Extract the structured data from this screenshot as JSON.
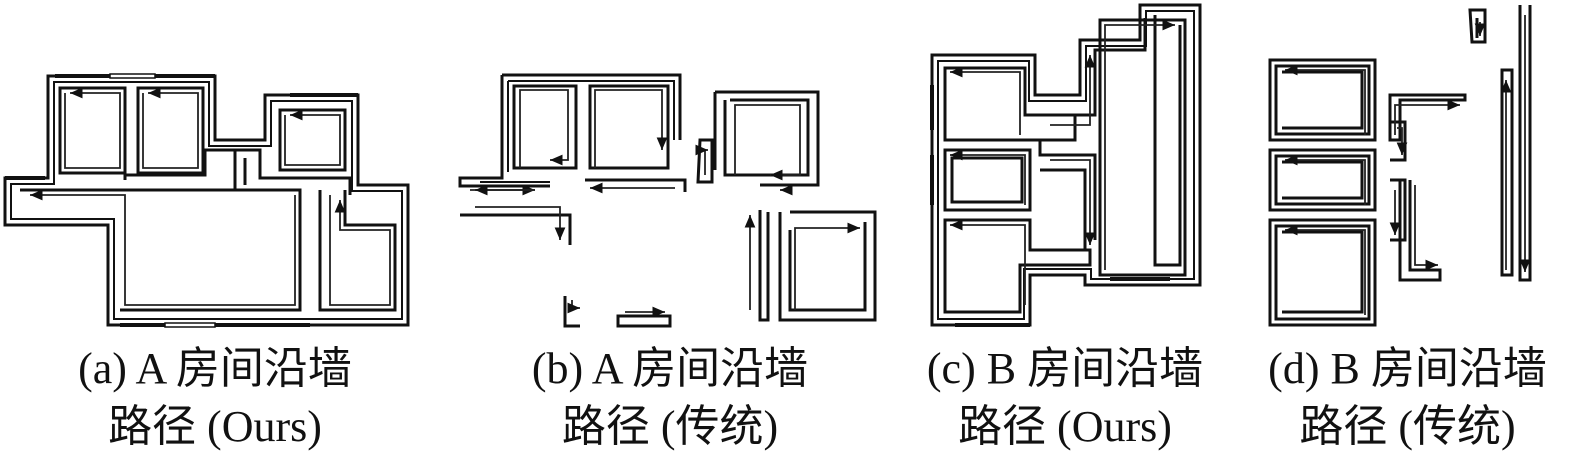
{
  "figure": {
    "panels": [
      {
        "id": "a",
        "caption_line1": "(a) A 房间沿墙",
        "caption_line2": "路径 (Ours)"
      },
      {
        "id": "b",
        "caption_line1": "(b) A 房间沿墙",
        "caption_line2": "路径 (传统)"
      },
      {
        "id": "c",
        "caption_line1": "(c) B 房间沿墙",
        "caption_line2": "路径 (Ours)"
      },
      {
        "id": "d",
        "caption_line1": "(d) B 房间沿墙",
        "caption_line2": "路径 (传统)"
      }
    ]
  }
}
